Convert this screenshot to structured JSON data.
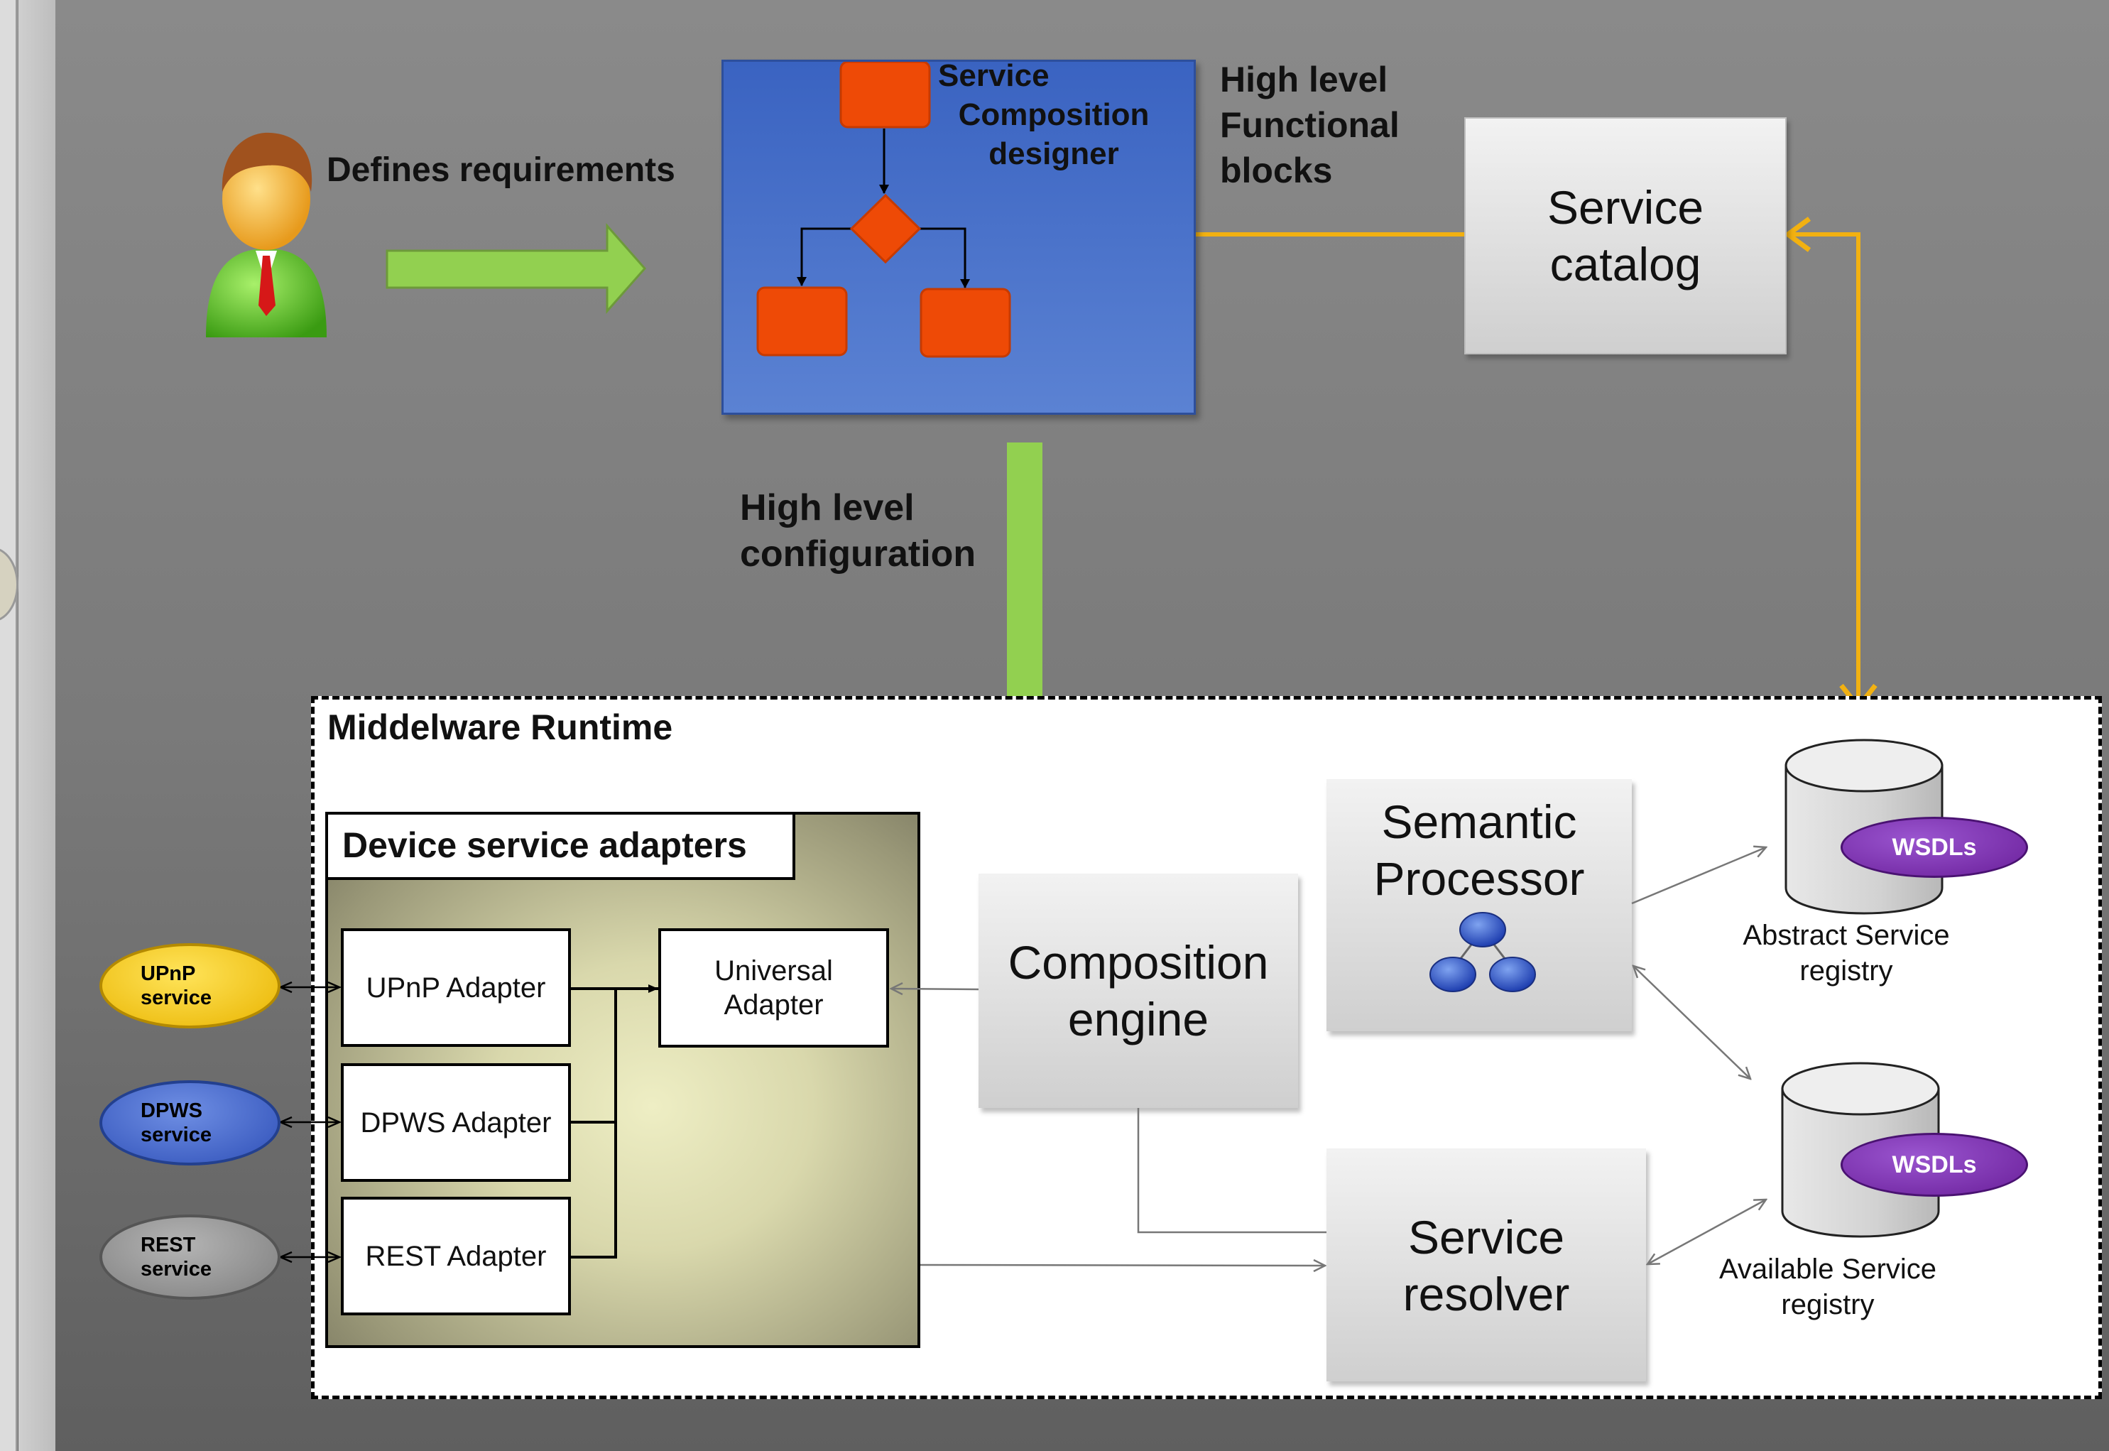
{
  "user_note": "Defines requirements",
  "designer": {
    "title_lines": [
      "Service",
      "Composition",
      "designer"
    ]
  },
  "functional_blocks_lines": [
    "High level",
    "Functional",
    "blocks"
  ],
  "service_catalog_lines": [
    "Service",
    "catalog"
  ],
  "configuration_lines": [
    "High level",
    "configuration"
  ],
  "runtime": {
    "title": "Middelware Runtime",
    "adapters_title": "Device service adapters",
    "adapters": [
      "UPnP Adapter",
      "DPWS Adapter",
      "REST Adapter"
    ],
    "universal_adapter_lines": [
      "Universal",
      "Adapter"
    ],
    "composition_engine_lines": [
      "Composition",
      "engine"
    ],
    "semantic_processor_lines": [
      "Semantic",
      "Processor"
    ],
    "service_resolver_lines": [
      "Service",
      "resolver"
    ],
    "wsdl_label": "WSDLs",
    "abstract_registry_lines": [
      "Abstract Service",
      "registry"
    ],
    "available_registry_lines": [
      "Available Service",
      "registry"
    ]
  },
  "services": [
    {
      "lines": [
        "UPnP",
        "service"
      ],
      "color": "#f2c500"
    },
    {
      "lines": [
        "DPWS",
        "service"
      ],
      "color": "#3f61c9"
    },
    {
      "lines": [
        "REST",
        "service"
      ],
      "color": "#8a8a8a"
    }
  ],
  "colors": {
    "green_arrow": "#92d050",
    "orange_block": "#ee4a06",
    "designer_blue": "#4472c4",
    "catalog_line": "#f2b111",
    "wsdl_purple": "#7030a0"
  }
}
